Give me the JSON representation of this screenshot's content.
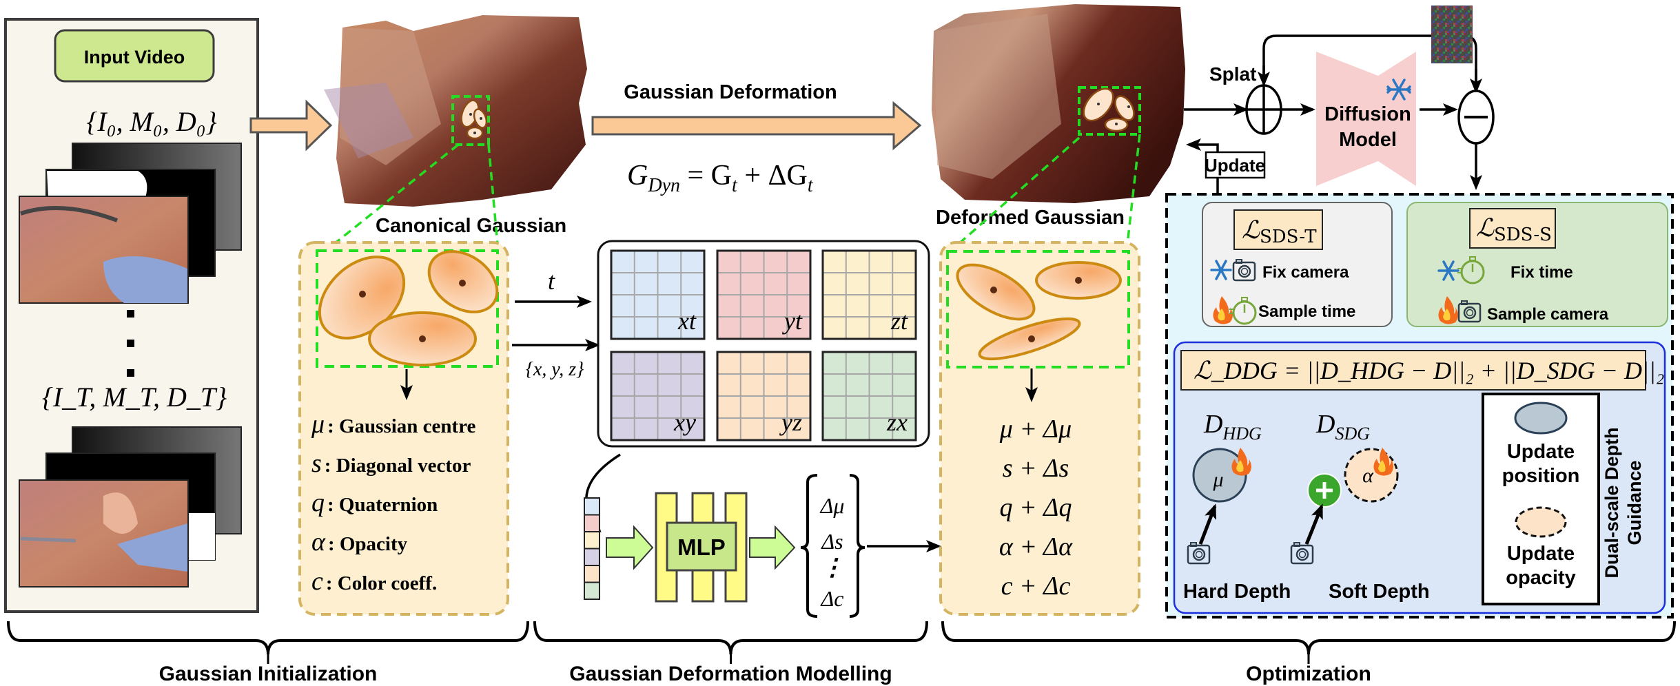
{
  "figure": {
    "input_panel": {
      "title": "Input Video",
      "first_frame_label": "{I₀, M₀, D₀}",
      "last_frame_label": "{I_T, M_T, D_T}",
      "ellipsis": "⋮"
    },
    "canonical": {
      "label": "Canonical Gaussian",
      "params": [
        {
          "symbol": "μ",
          "desc": ": Gaussian centre"
        },
        {
          "symbol": "s",
          "desc": ": Diagonal vector"
        },
        {
          "symbol": "q",
          "desc": ": Quaternion"
        },
        {
          "symbol": "α",
          "desc": ": Opacity"
        },
        {
          "symbol": "c",
          "desc": ": Color coeff."
        }
      ]
    },
    "deformation": {
      "arrow_label": "Gaussian Deformation",
      "equation": "G_Dyn = G_t + ΔG_t",
      "eq_main": "G",
      "eq_sub": "Dyn",
      "eq_rest": " = G",
      "eq_sub2": "t",
      "eq_rest2": " + ΔG",
      "eq_sub3": "t",
      "input_t": "t",
      "input_xyz": "{x, y, z}",
      "planes": [
        {
          "label": "xt",
          "color": "#dbe8f8"
        },
        {
          "label": "yt",
          "color": "#f5cccc"
        },
        {
          "label": "zt",
          "color": "#fdf0cd"
        },
        {
          "label": "xy",
          "color": "#d6d1e4"
        },
        {
          "label": "yz",
          "color": "#fde3c8"
        },
        {
          "label": "zx",
          "color": "#d5e8d4"
        }
      ],
      "mlp_label": "MLP",
      "outputs": [
        "Δμ",
        "Δs",
        "⋮",
        "Δc"
      ]
    },
    "deformed": {
      "label": "Deformed Gaussian",
      "params": [
        "μ + Δμ",
        "s + Δs",
        "q + Δq",
        "α + Δα",
        "c + Δc"
      ]
    },
    "optimization": {
      "splat_label": "Splat",
      "update_label": "Update",
      "diffusion_label_1": "Diffusion",
      "diffusion_label_2": "Model",
      "sds_t": {
        "loss": "ℒ",
        "loss_sub": "SDS-T",
        "row1": "Fix camera",
        "row2": "Sample time"
      },
      "sds_s": {
        "loss": "ℒ",
        "loss_sub": "SDS-S",
        "row1": "Fix time",
        "row2": "Sample camera"
      },
      "ddg": {
        "equation": "ℒ_DDG = ||D_HDG − D||₂ + ||D_SDG − D||₂",
        "hdg_label": "D",
        "hdg_sub": "HDG",
        "sdg_label": "D",
        "sdg_sub": "SDG",
        "hdg_symbol": "μ",
        "sdg_symbol": "α",
        "hard_depth": "Hard Depth",
        "soft_depth": "Soft Depth",
        "legend_position_1": "Update",
        "legend_position_2": "position",
        "legend_opacity_1": "Update",
        "legend_opacity_2": "opacity",
        "side_title_1": "Dual-scale Depth",
        "side_title_2": "Guidance"
      }
    },
    "stages": [
      "Gaussian Initialization",
      "Gaussian Deformation Modelling",
      "Optimization"
    ],
    "colors": {
      "arrow_orange": "#fbc996",
      "panel_cream": "#f8f5ec",
      "param_panel": "#fdefcf",
      "param_border": "#d4b461",
      "green_dash": "#22dd22",
      "gaussian_fill": "#f7b57a",
      "gaussian_stroke": "#cc8b10",
      "diffusion_pink": "#f7cfcf",
      "opt_bg": "#e2f6fb",
      "ddg_bg": "#dbe6f6",
      "ddg_border": "#1a2ee0",
      "sds_t_bg": "#f1f1f1",
      "sds_s_bg": "#d5e8cb",
      "loss_box": "#fde8c6",
      "mlp_yellow": "#fffb86",
      "mlp_green": "#c8e68a",
      "snow_blue": "#2a78c4",
      "timer_green": "#77a63b"
    }
  }
}
